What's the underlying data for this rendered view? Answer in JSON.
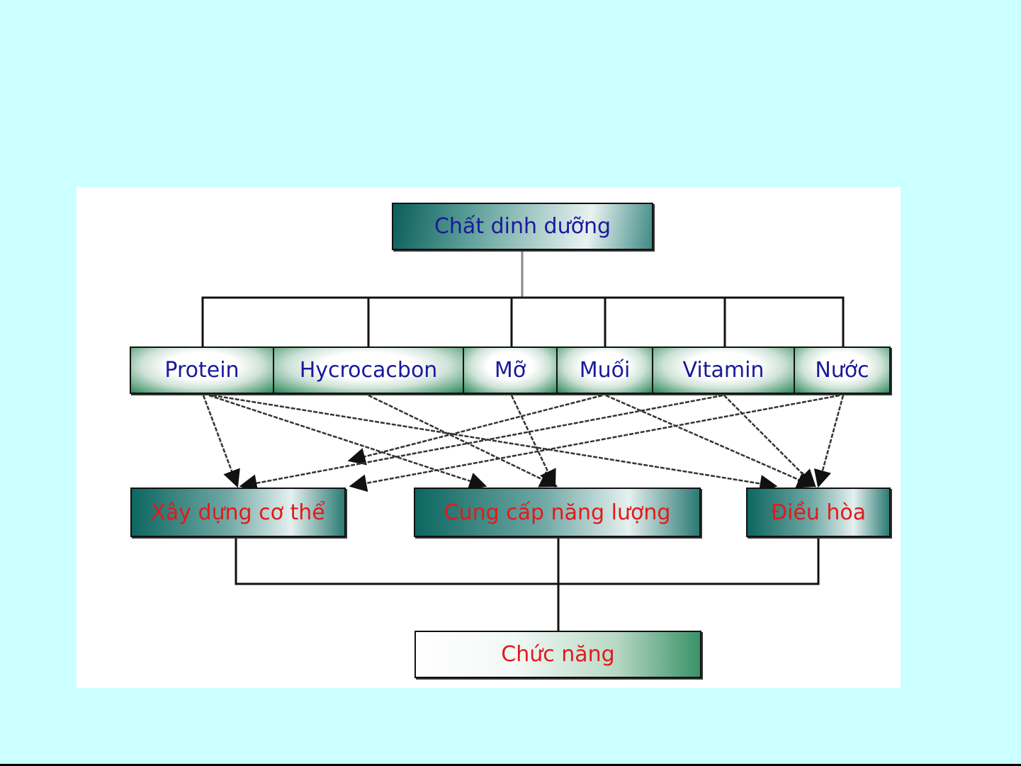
{
  "title": "Chất dinh dưỡng",
  "nutrients": [
    "Protein",
    "Hycrocacbon",
    "Mỡ",
    "Muối",
    "Vitamin",
    "Nước"
  ],
  "functions": [
    "Xây dựng cơ thể",
    "Cung cấp năng lượng",
    "Điều hòa"
  ],
  "result": "Chức năng",
  "colors": {
    "background": "#ccffff",
    "title_text": "#1a1a9a",
    "function_text": "#e21a1a"
  }
}
